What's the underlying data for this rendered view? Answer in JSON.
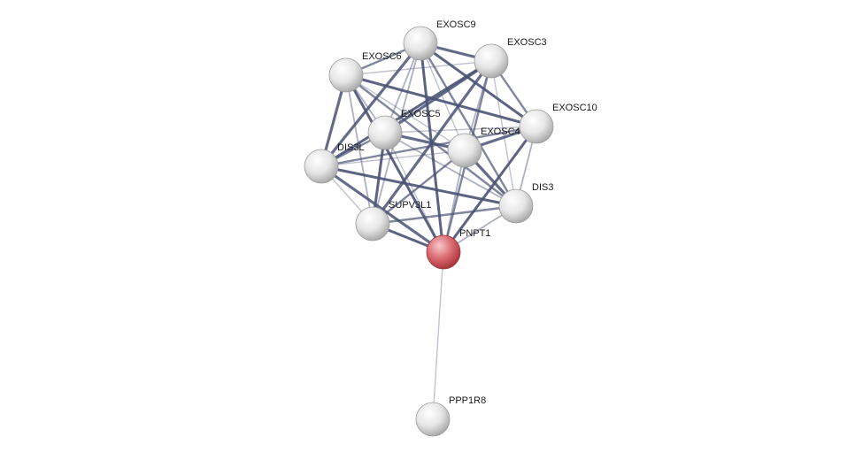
{
  "network": {
    "nodes": [
      {
        "id": "EXOSC9",
        "label": "EXOSC9",
        "highlight": false
      },
      {
        "id": "EXOSC3",
        "label": "EXOSC3",
        "highlight": false
      },
      {
        "id": "EXOSC6",
        "label": "EXOSC6",
        "highlight": false
      },
      {
        "id": "EXOSC5",
        "label": "EXOSC5",
        "highlight": false
      },
      {
        "id": "EXOSC10",
        "label": "EXOSC10",
        "highlight": false
      },
      {
        "id": "EXOSC4",
        "label": "EXOSC4",
        "highlight": false
      },
      {
        "id": "DIS3L",
        "label": "DIS3L",
        "highlight": false
      },
      {
        "id": "DIS3",
        "label": "DIS3",
        "highlight": false
      },
      {
        "id": "SUPV3L1",
        "label": "SUPV3L1",
        "highlight": false
      },
      {
        "id": "PNPT1",
        "label": "PNPT1",
        "highlight": true
      },
      {
        "id": "PPP1R8",
        "label": "PPP1R8",
        "highlight": false
      }
    ],
    "edges": [
      [
        "EXOSC9",
        "EXOSC3"
      ],
      [
        "EXOSC9",
        "EXOSC6"
      ],
      [
        "EXOSC9",
        "EXOSC5"
      ],
      [
        "EXOSC9",
        "EXOSC10"
      ],
      [
        "EXOSC9",
        "EXOSC4"
      ],
      [
        "EXOSC9",
        "DIS3L"
      ],
      [
        "EXOSC9",
        "DIS3"
      ],
      [
        "EXOSC9",
        "SUPV3L1"
      ],
      [
        "EXOSC9",
        "PNPT1"
      ],
      [
        "EXOSC3",
        "EXOSC6"
      ],
      [
        "EXOSC3",
        "EXOSC5"
      ],
      [
        "EXOSC3",
        "EXOSC10"
      ],
      [
        "EXOSC3",
        "EXOSC4"
      ],
      [
        "EXOSC3",
        "DIS3L"
      ],
      [
        "EXOSC3",
        "DIS3"
      ],
      [
        "EXOSC3",
        "SUPV3L1"
      ],
      [
        "EXOSC3",
        "PNPT1"
      ],
      [
        "EXOSC6",
        "EXOSC5"
      ],
      [
        "EXOSC6",
        "EXOSC10"
      ],
      [
        "EXOSC6",
        "EXOSC4"
      ],
      [
        "EXOSC6",
        "DIS3L"
      ],
      [
        "EXOSC6",
        "DIS3"
      ],
      [
        "EXOSC6",
        "SUPV3L1"
      ],
      [
        "EXOSC6",
        "PNPT1"
      ],
      [
        "EXOSC5",
        "EXOSC10"
      ],
      [
        "EXOSC5",
        "EXOSC4"
      ],
      [
        "EXOSC5",
        "DIS3L"
      ],
      [
        "EXOSC5",
        "DIS3"
      ],
      [
        "EXOSC5",
        "SUPV3L1"
      ],
      [
        "EXOSC5",
        "PNPT1"
      ],
      [
        "EXOSC10",
        "EXOSC4"
      ],
      [
        "EXOSC10",
        "DIS3L"
      ],
      [
        "EXOSC10",
        "DIS3"
      ],
      [
        "EXOSC10",
        "PNPT1"
      ],
      [
        "EXOSC4",
        "DIS3L"
      ],
      [
        "EXOSC4",
        "DIS3"
      ],
      [
        "EXOSC4",
        "SUPV3L1"
      ],
      [
        "EXOSC4",
        "PNPT1"
      ],
      [
        "DIS3L",
        "DIS3"
      ],
      [
        "DIS3L",
        "SUPV3L1"
      ],
      [
        "DIS3L",
        "PNPT1"
      ],
      [
        "DIS3",
        "SUPV3L1"
      ],
      [
        "DIS3",
        "PNPT1"
      ],
      [
        "SUPV3L1",
        "PNPT1"
      ],
      [
        "PNPT1",
        "PPP1R8"
      ]
    ]
  },
  "colors": {
    "edge": "#4a5275",
    "node_fill": "#e2e2e2",
    "node_highlight": "#d9696f",
    "label": "#1a1a1a"
  }
}
